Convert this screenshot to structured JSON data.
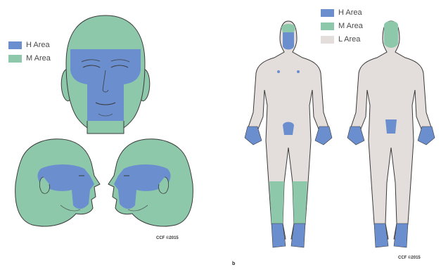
{
  "colors": {
    "h_area": "#6b8ecf",
    "m_area": "#8ec8ab",
    "l_area": "#e3dddb",
    "outline": "#3a3a3a"
  },
  "left_legend": [
    {
      "label": "H Area",
      "color_key": "h_area"
    },
    {
      "label": "M Area",
      "color_key": "m_area"
    }
  ],
  "right_legend": [
    {
      "label": "H Area",
      "color_key": "h_area"
    },
    {
      "label": "M Area",
      "color_key": "m_area"
    },
    {
      "label": "L Area",
      "color_key": "l_area"
    }
  ],
  "credit_left": "CCF ©2015",
  "credit_right": "CCF ©2015",
  "panel_label": "b"
}
